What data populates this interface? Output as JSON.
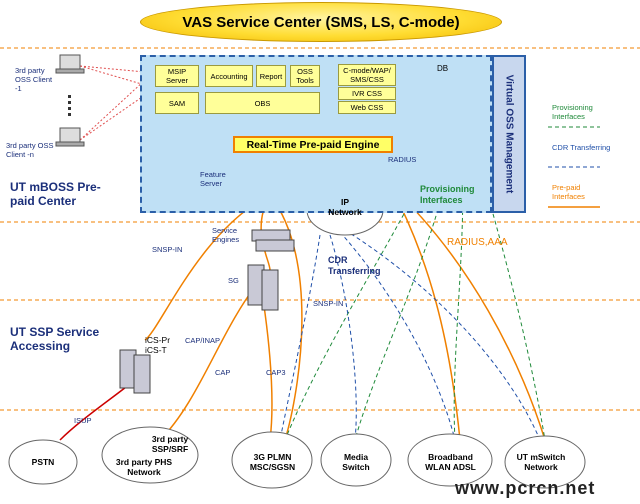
{
  "title": "VAS Service Center (SMS, LS, C-mode)",
  "clients": {
    "client1": "3rd party OSS Client -1",
    "clientn": "3rd party OSS Client -n"
  },
  "modules": {
    "msip": "MSIP Server",
    "accounting": "Accounting",
    "report": "Report",
    "oss_tools": "OSS Tools",
    "cmode": "C-mode/WAP/ SMS/CSS",
    "ivr": "IVR CSS",
    "webcss": "Web CSS",
    "db": "DB",
    "sam": "SAM",
    "obs": "OBS"
  },
  "engine": "Real-Time Pre-paid Engine",
  "virtual_oss": "Virtual OSS Management",
  "labels": {
    "radius": "RADIUS",
    "feature_server": "Feature Server",
    "ip_network": "IP Network",
    "provisioning_interfaces": "Provisioning Interfaces",
    "service_engines": "Service Engines",
    "sg": "SG",
    "radius_aaa": "RADIUS,AAA",
    "cdr_transferring": "CDR Transferring",
    "snsp_in_1": "SNSP-IN",
    "snsp_in_2": "SNSP-IN",
    "ics": "iCS-Pr iCS-T",
    "cap_inap": "CAP/INAP",
    "cap": "CAP",
    "cap3": "CAP3",
    "isup": "ISUP"
  },
  "sections": {
    "mboss": "UT mBOSS Pre-paid Center",
    "ssp": "UT SSP Service Accessing"
  },
  "legend": [
    {
      "text": "Provisioning Interfaces",
      "color": "#1f8a3a"
    },
    {
      "text": "CDR Transferring",
      "color": "#1f4fa8"
    },
    {
      "text": "Pre-paid Interfaces",
      "color": "#f08000"
    }
  ],
  "networks": {
    "pstn": "PSTN",
    "ssp_srf": "3rd party SSP/SRF",
    "phs": "3rd party PHS Network",
    "plmn": "3G PLMN MSC/SGSN",
    "media": "Media Switch",
    "wlan": "Broadband WLAN ADSL",
    "mswitch": "UT mSwitch Network"
  },
  "watermark": "www.pcrcn.net"
}
